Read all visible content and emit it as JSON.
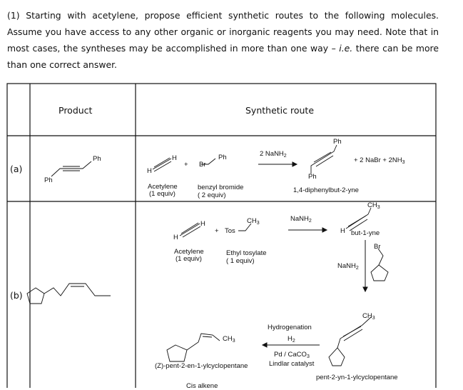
{
  "intro": {
    "text_before": "(1) Starting with acetylene, propose efficient synthetic routes to the following molecules. Assume you have access to any other organic or inorganic reagents you may need.  Note that in most cases, the syntheses may be accomplished in more than one way – ",
    "ie": "i.e.",
    "text_after": " there can be more than one correct answer."
  },
  "table": {
    "headers": {
      "product": "Product",
      "route": "Synthetic route"
    },
    "rows": [
      {
        "label": "(a)",
        "product_label": "Ph",
        "product_label2": "Ph",
        "route": {
          "h": "H",
          "ph": "Ph",
          "br": "Br",
          "plus": "+",
          "reagent1_name": "Acetylene",
          "reagent1_equiv": "(1 equiv)",
          "reagent2_name": "benzyl bromide",
          "reagent2_equiv": "( 2 equiv)",
          "arrow_label": "2 NaNH",
          "arrow_sub": "2",
          "product_name": "1,4-diphenylbut-2-yne",
          "byproducts": "+ 2 NaBr  + 2NH",
          "byproducts_sub": "3"
        }
      },
      {
        "label": "(b)",
        "route": {
          "h": "H",
          "tos": "Tos",
          "ch3": "CH",
          "ch3_sub": "3",
          "plus": "+",
          "reagent1_name": "Acetylene",
          "reagent1_equiv": "(1 equiv)",
          "reagent2_name": "Ethyl tosylate",
          "reagent2_equiv": "( 1 equiv)",
          "step1_reagent": "NaNH",
          "step1_sub": "2",
          "intermediate_name": "but-1-yne",
          "br": "Br",
          "step2_reagent": "NaNH",
          "step2_sub": "2",
          "step3_line1": "Hydrogenation",
          "step3_line2": "H",
          "step3_line2_sub": "2",
          "step3_line3": "Pd / CaCO",
          "step3_line3_sub": "3",
          "step3_line4": "Lindlar catalyst",
          "alkyne_name": "pent-2-yn-1-ylcyclopentane",
          "final_name": "(Z)-pent-2-en-1-ylcyclopentane",
          "final_note": "Cis alkene"
        }
      }
    ]
  }
}
